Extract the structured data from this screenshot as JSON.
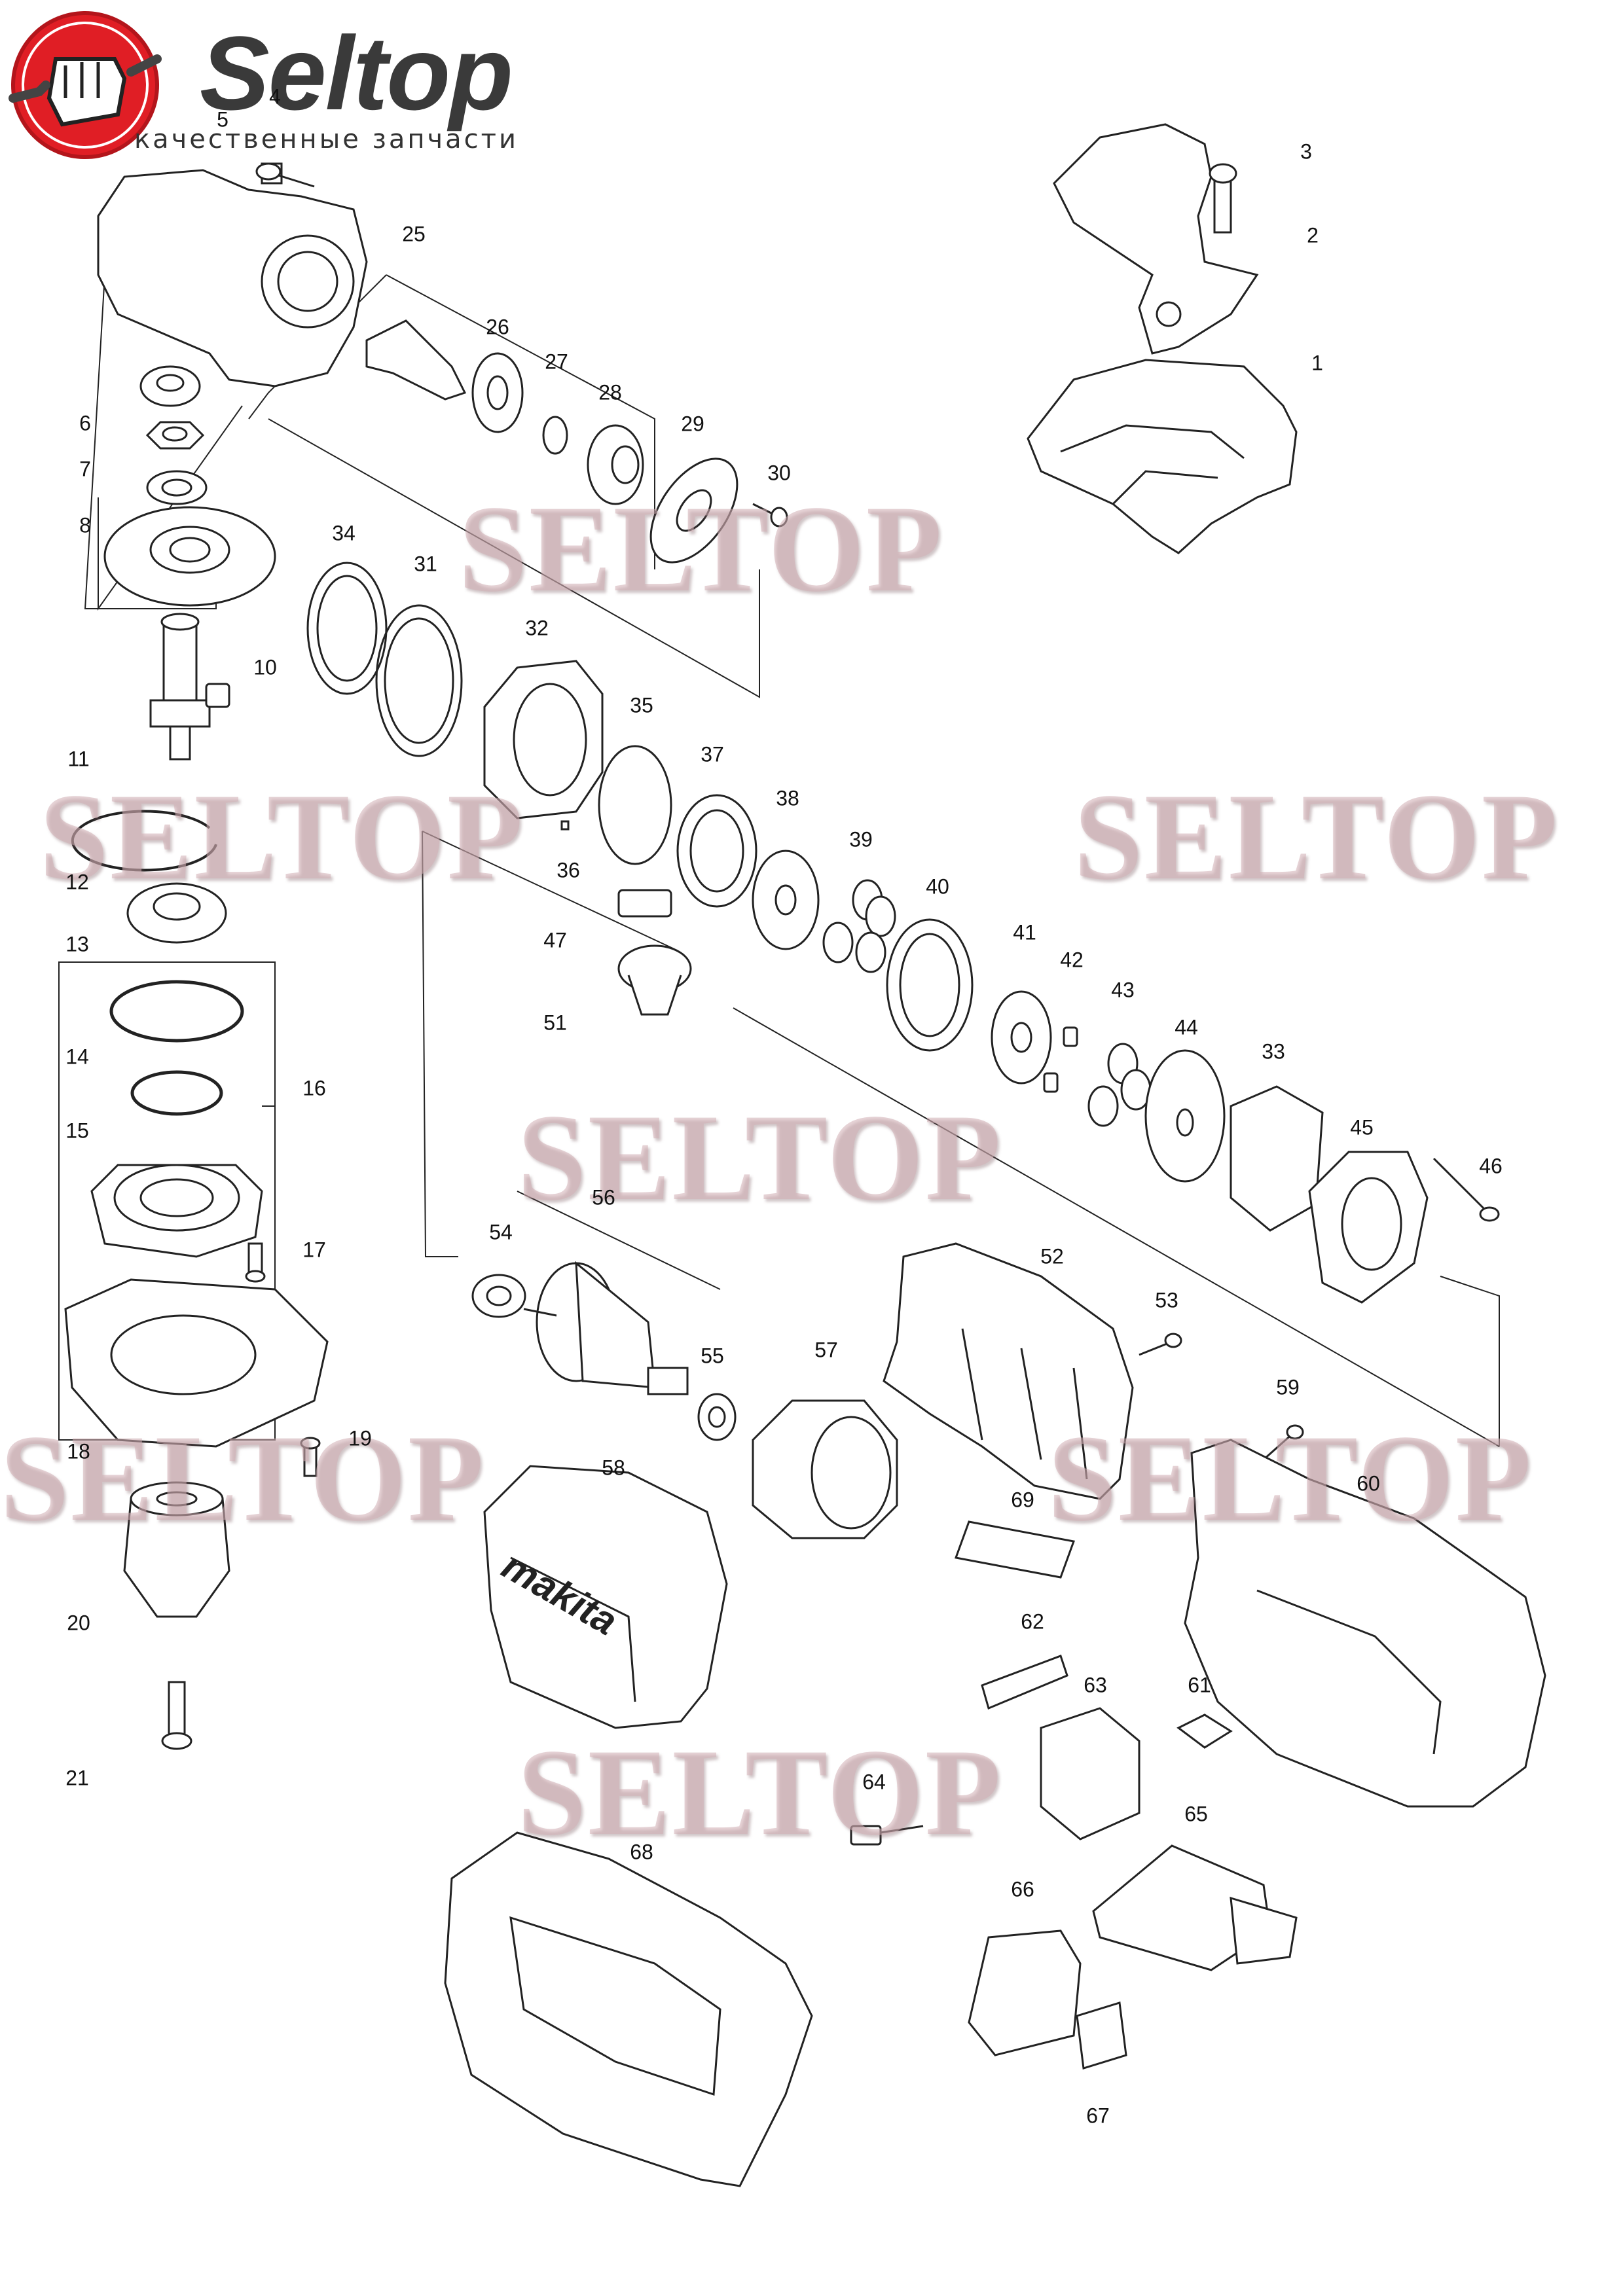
{
  "brand": {
    "name": "Seltop",
    "tagline": "качественные запчасти",
    "colors": {
      "logo_red": "#e01e25",
      "text": "#3a3a3a"
    }
  },
  "watermark": {
    "text": "SELTOP"
  },
  "parts": [
    "1",
    "2",
    "3",
    "4",
    "5",
    "6",
    "7",
    "8",
    "10",
    "11",
    "12",
    "13",
    "14",
    "15",
    "16",
    "17",
    "18",
    "19",
    "20",
    "21",
    "25",
    "26",
    "27",
    "28",
    "29",
    "30",
    "31",
    "32",
    "33",
    "34",
    "35",
    "36",
    "37",
    "38",
    "39",
    "40",
    "41",
    "42",
    "43",
    "44",
    "45",
    "46",
    "47",
    "51",
    "52",
    "53",
    "54",
    "55",
    "56",
    "57",
    "58",
    "59",
    "60",
    "61",
    "62",
    "63",
    "64",
    "65",
    "66",
    "67",
    "68",
    "69"
  ],
  "markings": {
    "housing_brand": "makita"
  }
}
